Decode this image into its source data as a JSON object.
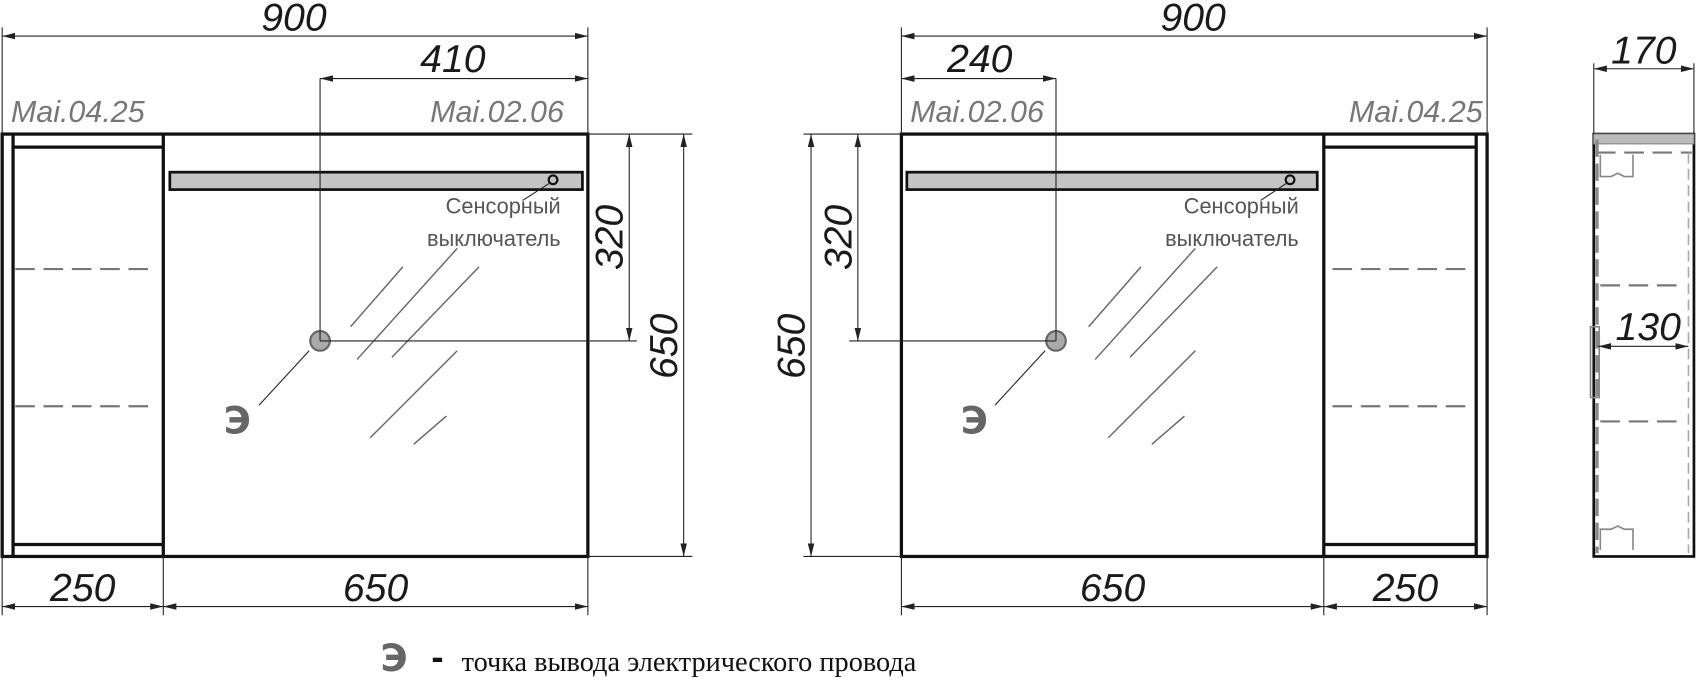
{
  "front_view_left": {
    "overall_width": "900",
    "switch_offset": "410",
    "switch_height": "320",
    "height": "650",
    "shelf_width": "250",
    "mirror_width": "650",
    "label_shelf": "Mai.04.25",
    "label_mirror": "Mai.02.06",
    "switch_label_line1": "Сенсорный",
    "switch_label_line2": "выключатель",
    "outlet_symbol": "Э"
  },
  "front_view_right": {
    "overall_width": "900",
    "switch_offset": "240",
    "switch_height": "320",
    "height": "650",
    "shelf_width": "250",
    "mirror_width": "650",
    "label_shelf": "Mai.04.25",
    "label_mirror": "Mai.02.06",
    "switch_label_line1": "Сенсорный",
    "switch_label_line2": "выключатель",
    "outlet_symbol": "Э"
  },
  "side_view": {
    "depth": "170",
    "inner_depth": "130"
  },
  "legend": {
    "symbol": "Э",
    "dash": "-",
    "text": "точка вывода электрического провода"
  },
  "colors": {
    "light_bar": "#c4c4c4",
    "outlet": "#999999"
  }
}
